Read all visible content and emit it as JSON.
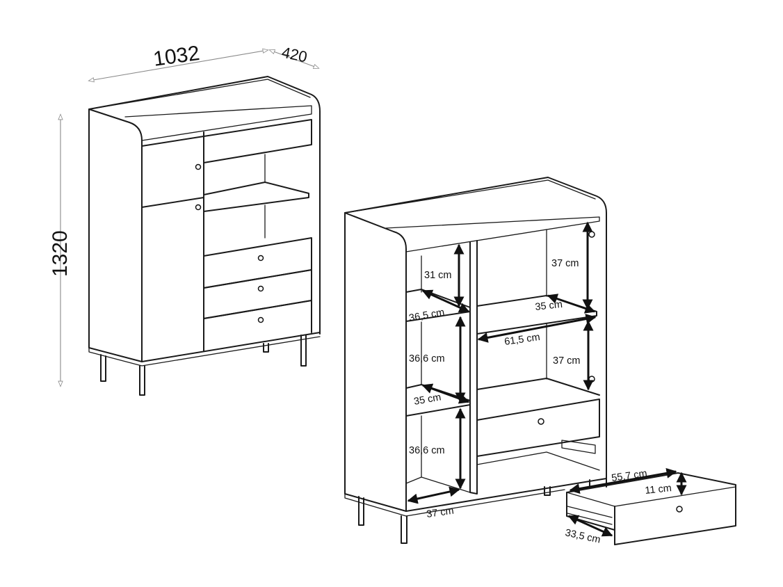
{
  "overall_dimensions": {
    "width_mm": "1032",
    "depth_mm": "420",
    "height_mm": "1320"
  },
  "interior_dimensions": {
    "left_top_compartment_height": "31 cm",
    "left_top_shelf_depth": "36,5 cm",
    "left_middle_compartment_height": "36,6 cm",
    "left_middle_shelf_depth": "35 cm",
    "left_bottom_compartment_height": "36,6 cm",
    "left_bottom_depth": "37 cm",
    "right_top_compartment_height": "37 cm",
    "right_shelf_depth": "35 cm",
    "right_shelf_width": "61,5 cm",
    "right_middle_compartment_height": "37 cm"
  },
  "drawer_dimensions": {
    "inner_width": "55,7 cm",
    "inner_height": "11 cm",
    "inner_depth": "33,5 cm"
  }
}
